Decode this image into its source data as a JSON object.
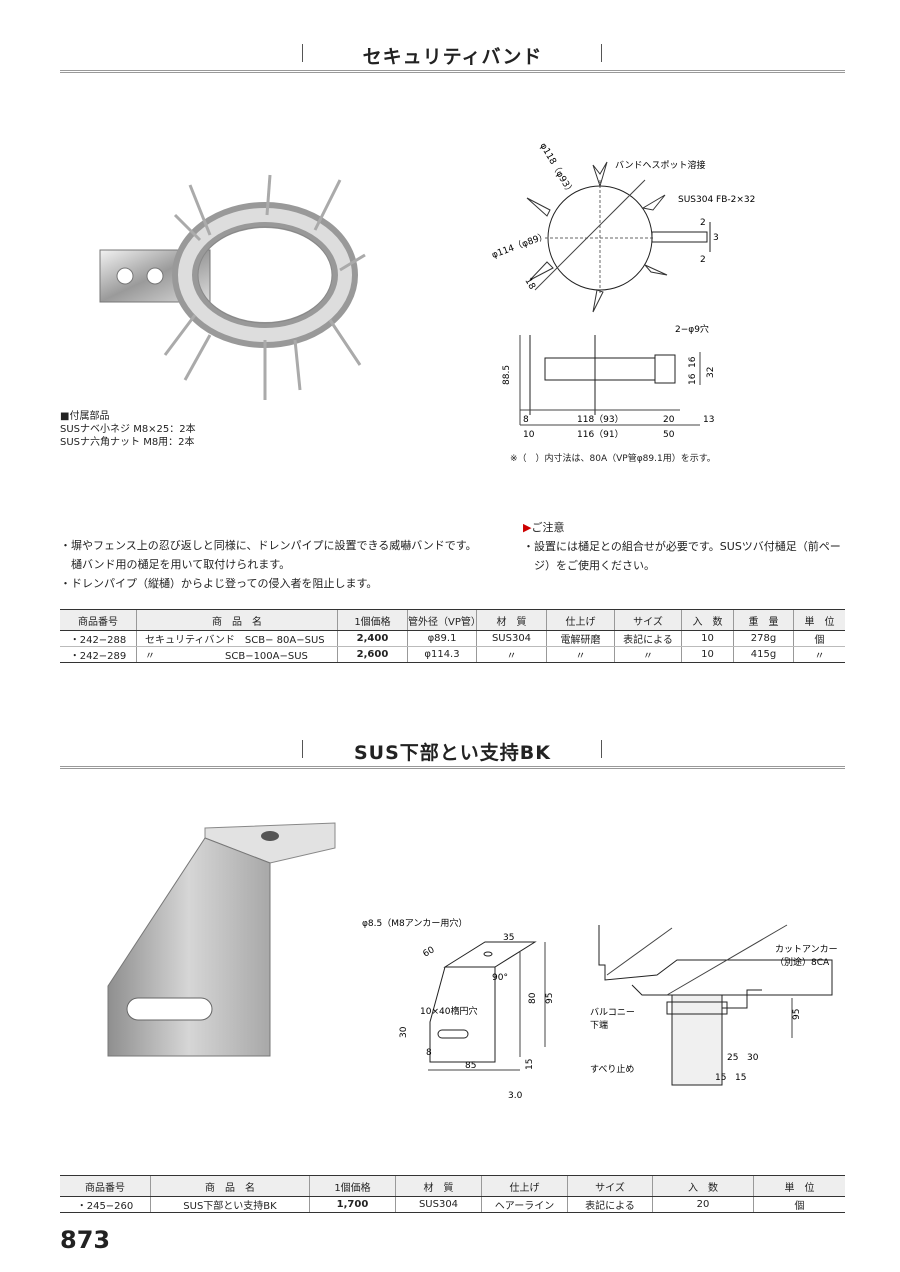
{
  "section1": {
    "title": "セキュリティバンド",
    "accessories_heading": "■付属部品",
    "accessories": [
      "SUSナベ小ネジ M8×25：2本",
      "SUSナ六角ナット M8用：2本"
    ],
    "description": [
      "・塀やフェンス上の忍び返しと同様に、ドレンパイプに設置できる威嚇バンドです。",
      "　樋バンド用の樋足を用いて取付けられます。",
      "・ドレンパイプ（縦樋）からよじ登っての侵入者を阻止します。"
    ],
    "caution_heading": "ご注意",
    "caution": [
      "・設置には樋足との組合せが必要です。SUSツバ付樋足（前ペー",
      "　ジ）をご使用ください。"
    ],
    "drawing_labels": {
      "d118": "φ118（φ93）",
      "weld": "バンドヘスポット溶接",
      "fb": "SUS304 FB-2×32",
      "d114": "φ114（φ89）",
      "l18": "18",
      "l2a": "2",
      "l3": "3",
      "l2b": "2",
      "hole": "2−φ9穴",
      "l885": "88.5",
      "l16a": "16",
      "l16b": "16",
      "l32": "32",
      "l8": "8",
      "l118": "118（93）",
      "l20": "20",
      "l13": "13",
      "l10": "10",
      "l116": "116（91）",
      "l50": "50"
    },
    "note": "※（　）内寸法は、80A（VP管φ89.1用）を示す。",
    "table": {
      "headers": [
        "商品番号",
        "商　品　名",
        "1個価格",
        "管外径（VP管）",
        "材　質",
        "仕上げ",
        "サイズ",
        "入　数",
        "重　量",
        "単　位"
      ],
      "rows": [
        [
          "・242−288",
          "セキュリティバンド　SCB−  80A−SUS",
          "2,400",
          "φ89.1",
          "SUS304",
          "電解研磨",
          "表記による",
          "10",
          "278g",
          "個"
        ],
        [
          "・242−289",
          "〃　　　　　　　SCB−100A−SUS",
          "2,600",
          "φ114.3",
          "〃",
          "〃",
          "〃",
          "10",
          "415g",
          "〃"
        ]
      ]
    }
  },
  "section2": {
    "title": "SUS下部とい支持BK",
    "drawing_labels": {
      "anchor_hole": "φ8.5（M8アンカー用穴）",
      "l35": "35",
      "l60": "60",
      "l90": "90°",
      "l80": "80",
      "l95": "95",
      "slot": "10×40楕円穴",
      "l30": "30",
      "l8": "8",
      "l85": "85",
      "l15": "15",
      "l30b": "3.0"
    },
    "install_labels": {
      "anchor": "カットアンカー",
      "anchor2": "（別途）8CA",
      "balcony": "バルコニー",
      "balcony2": "下端",
      "l95": "95",
      "stopper": "すべり止め",
      "l25": "25",
      "l30": "30",
      "l15a": "15",
      "l15b": "15"
    },
    "table": {
      "headers": [
        "商品番号",
        "商　品　名",
        "1個価格",
        "材　質",
        "仕上げ",
        "サイズ",
        "入　数",
        "単　位"
      ],
      "rows": [
        [
          "・245−260",
          "SUS下部とい支持BK",
          "1,700",
          "SUS304",
          "ヘアーライン",
          "表記による",
          "20",
          "個"
        ]
      ]
    }
  },
  "page_number": "873"
}
